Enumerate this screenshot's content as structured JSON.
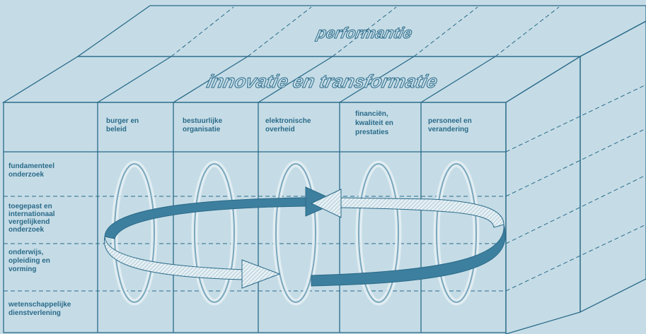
{
  "layers": {
    "top": "performantie",
    "middle": "innovatie en transformatie"
  },
  "columns": [
    {
      "lines": [
        "burger en",
        "beleid"
      ]
    },
    {
      "lines": [
        "bestuurlijke",
        "organisatie"
      ]
    },
    {
      "lines": [
        "elektronische",
        "overheid"
      ]
    },
    {
      "lines": [
        "financiën,",
        "kwaliteit en",
        "prestaties"
      ]
    },
    {
      "lines": [
        "personeel en",
        "verandering"
      ]
    }
  ],
  "rows": [
    {
      "lines": [
        "fundamenteel",
        "onderzoek"
      ]
    },
    {
      "lines": [
        "toegepast en",
        "internationaal",
        "vergelijkend",
        "onderzoek"
      ]
    },
    {
      "lines": [
        "onderwijs,",
        "opleiding en",
        "vorming"
      ]
    },
    {
      "lines": [
        "wetenschappelijke",
        "dienstverlening"
      ]
    }
  ],
  "colors": {
    "background": "#c5dce6",
    "line": "#2a6a89",
    "arrow": "#3d7f9e",
    "arrow_light": "#e3eef3"
  }
}
